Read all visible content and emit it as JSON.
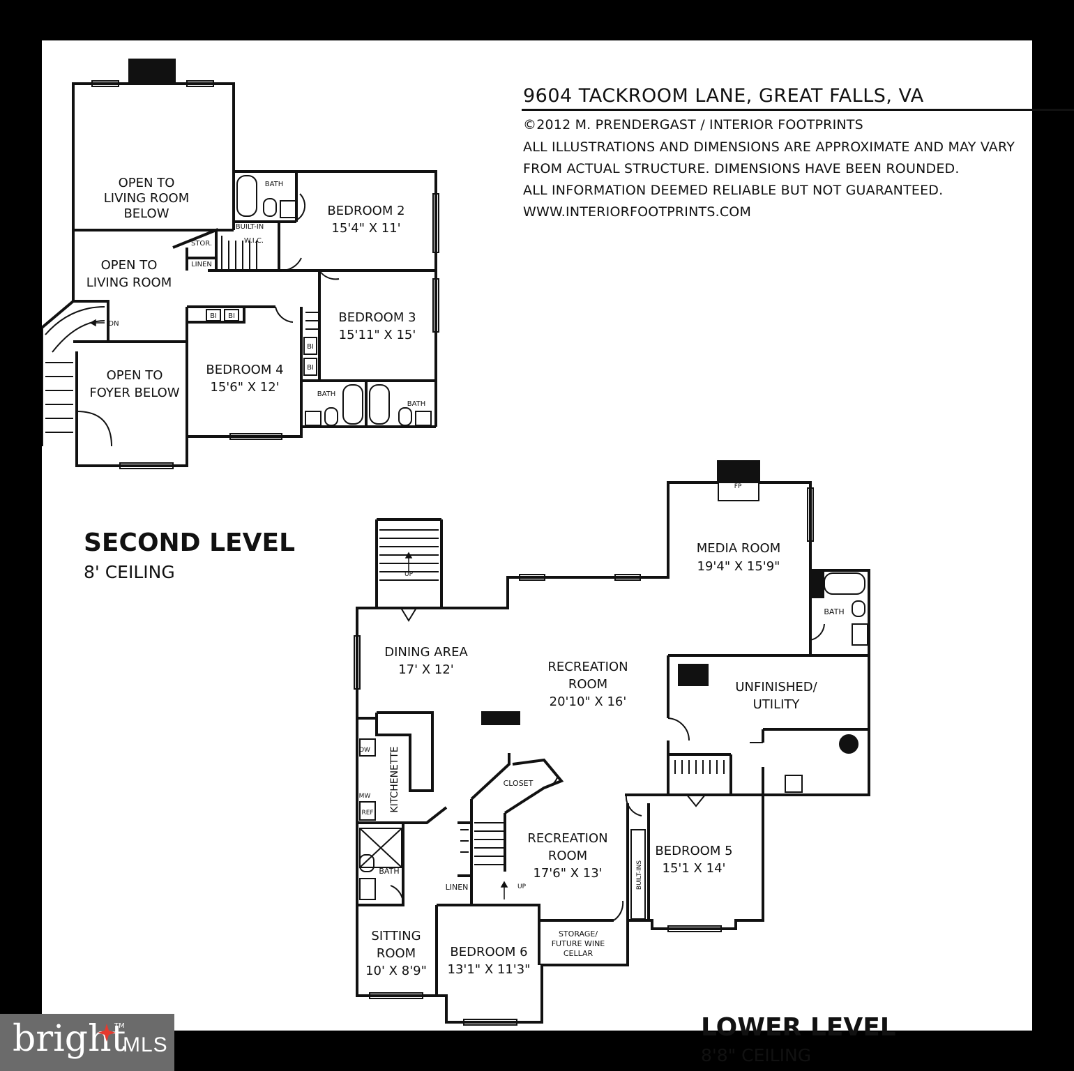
{
  "header": {
    "title": "9604 TACKROOM LANE, GREAT FALLS, VA",
    "notes": [
      "©2012 M. PRENDERGAST / INTERIOR FOOTPRINTS",
      "ALL ILLUSTRATIONS AND DIMENSIONS ARE APPROXIMATE AND MAY VARY",
      "FROM ACTUAL STRUCTURE. DIMENSIONS HAVE BEEN ROUNDED.",
      "ALL INFORMATION DEEMED RELIABLE BUT NOT GUARANTEED.",
      "WWW.INTERIORFOOTPRINTS.COM"
    ]
  },
  "second_level": {
    "name": "SECOND LEVEL",
    "ceiling": "8' CEILING",
    "rooms": {
      "open_living_below": [
        "OPEN TO",
        "LIVING ROOM",
        "BELOW"
      ],
      "open_living": [
        "OPEN TO",
        "LIVING ROOM"
      ],
      "open_foyer": [
        "OPEN TO",
        "FOYER BELOW"
      ],
      "bedroom2": [
        "BEDROOM 2",
        "15'4\" X 11'"
      ],
      "bedroom3": [
        "BEDROOM 3",
        "15'11\" X 15'"
      ],
      "bedroom4": [
        "BEDROOM 4",
        "15'6\" X 12'"
      ]
    },
    "small_labels": {
      "bath_top": "BATH",
      "builtin": "BUILT-IN",
      "wic": "W.I.C.",
      "stor": "STOR.",
      "linen": "LINEN",
      "dn": "DN",
      "bi": "BI",
      "bath_left": "BATH",
      "bath_right": "BATH"
    }
  },
  "lower_level": {
    "name": "LOWER LEVEL",
    "ceiling": "8'8\" CEILING",
    "rooms": {
      "media": [
        "MEDIA ROOM",
        "19'4\" X 15'9\""
      ],
      "dining": [
        "DINING AREA",
        "17' X 12'"
      ],
      "recreation1": [
        "RECREATION",
        "ROOM",
        "20'10\" X 16'"
      ],
      "unfinished": [
        "UNFINISHED/",
        "UTILITY"
      ],
      "recreation2": [
        "RECREATION",
        "ROOM",
        "17'6\" X 13'"
      ],
      "bedroom5": [
        "BEDROOM 5",
        "15'1 X 14'"
      ],
      "sitting": [
        "SITTING",
        "ROOM",
        "10' X 8'9\""
      ],
      "bedroom6": [
        "BEDROOM 6",
        "13'1\" X 11'3\""
      ],
      "storage": [
        "STORAGE/",
        "FUTURE WINE",
        "CELLAR"
      ]
    },
    "small_labels": {
      "fp": "FP",
      "up_top": "UP",
      "bath_media": "BATH",
      "dw": "DW",
      "mw": "MW",
      "ref": "REF",
      "kitchenette": "KITCHENETTE",
      "closet": "CLOSET",
      "bath_low": "BATH",
      "linen": "LINEN",
      "up_low": "UP",
      "builtins": "BUILT-INS"
    }
  },
  "branding": {
    "word": "bright",
    "suffix": "MLS",
    "tm": "TM",
    "accent": "#e63a2e"
  }
}
